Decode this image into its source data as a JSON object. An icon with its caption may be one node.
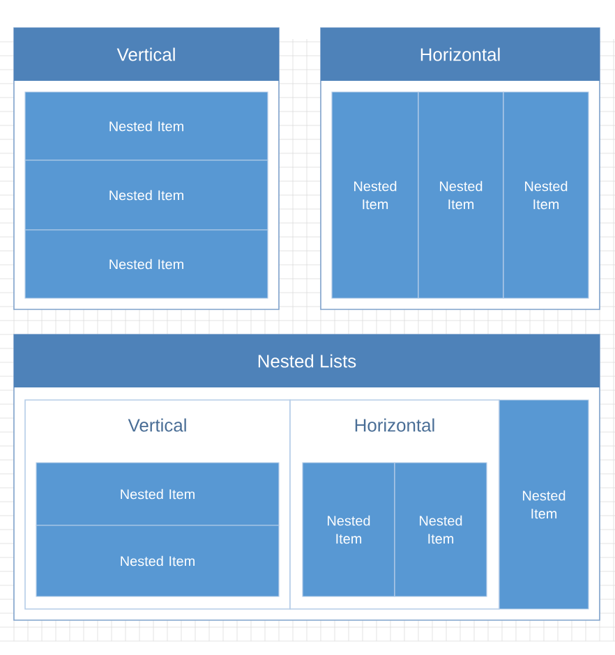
{
  "diagram": {
    "nodes": [
      {
        "text": [
          "Vertical"
        ]
      },
      {
        "text": [
          "Nested Item"
        ],
        "in": 0
      },
      {
        "text": [
          "Nested Item"
        ],
        "in": 0
      },
      {
        "text": [
          "Nested Item"
        ],
        "in": 0
      },
      {
        "text": [
          "Horizontal"
        ]
      },
      {
        "text": [
          "Nested Item"
        ],
        "in": 4
      },
      {
        "text": [
          "Nested Item"
        ],
        "in": 4
      },
      {
        "text": [
          "Nested Item"
        ],
        "in": 4
      },
      {
        "text": [
          "Nested Lists"
        ]
      },
      {
        "text": [
          "Vertical"
        ],
        "in": 8
      },
      {
        "text": [
          "Nested Item"
        ],
        "in": 9
      },
      {
        "text": [
          "Nested Item"
        ],
        "in": 9
      },
      {
        "text": [
          "Horizontal"
        ],
        "in": 8
      },
      {
        "text": [
          "Nested Item"
        ],
        "in": 12
      },
      {
        "text": [
          "Nested Item"
        ],
        "in": 12
      },
      {
        "text": [
          "Nested Item"
        ],
        "in": 8
      }
    ]
  }
}
